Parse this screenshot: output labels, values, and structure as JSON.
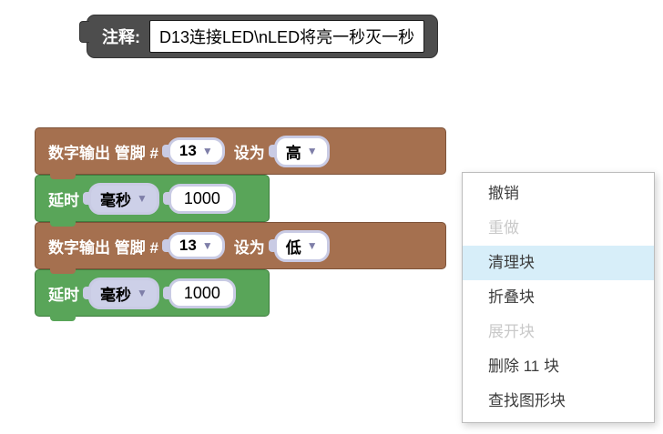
{
  "canvas": {
    "background": "#ffffff"
  },
  "comment_block": {
    "label": "注释:",
    "text": "D13连接LED\\nLED将亮一秒灭一秒",
    "color": "#4d4d4d"
  },
  "icons": {
    "dropdown_arrow": "▼"
  },
  "blocks": [
    {
      "type": "digital_write",
      "prefix": "数字输出 管脚 #",
      "pin": "13",
      "set_label": "设为",
      "level": "高",
      "color": "#a5704f"
    },
    {
      "type": "delay",
      "label": "延时",
      "unit": "毫秒",
      "duration": "1000",
      "color": "#59a559"
    },
    {
      "type": "digital_write",
      "prefix": "数字输出 管脚 #",
      "pin": "13",
      "set_label": "设为",
      "level": "低",
      "color": "#a5704f"
    },
    {
      "type": "delay",
      "label": "延时",
      "unit": "毫秒",
      "duration": "1000",
      "color": "#59a559"
    }
  ],
  "context_menu": {
    "highlight_color": "#d7eef9",
    "items": [
      {
        "label": "撤销",
        "state": "enabled"
      },
      {
        "label": "重做",
        "state": "disabled"
      },
      {
        "label": "清理块",
        "state": "highlighted"
      },
      {
        "label": "折叠块",
        "state": "enabled"
      },
      {
        "label": "展开块",
        "state": "disabled"
      },
      {
        "label": "删除 11 块",
        "state": "enabled"
      },
      {
        "label": "查找图形块",
        "state": "enabled"
      }
    ]
  }
}
